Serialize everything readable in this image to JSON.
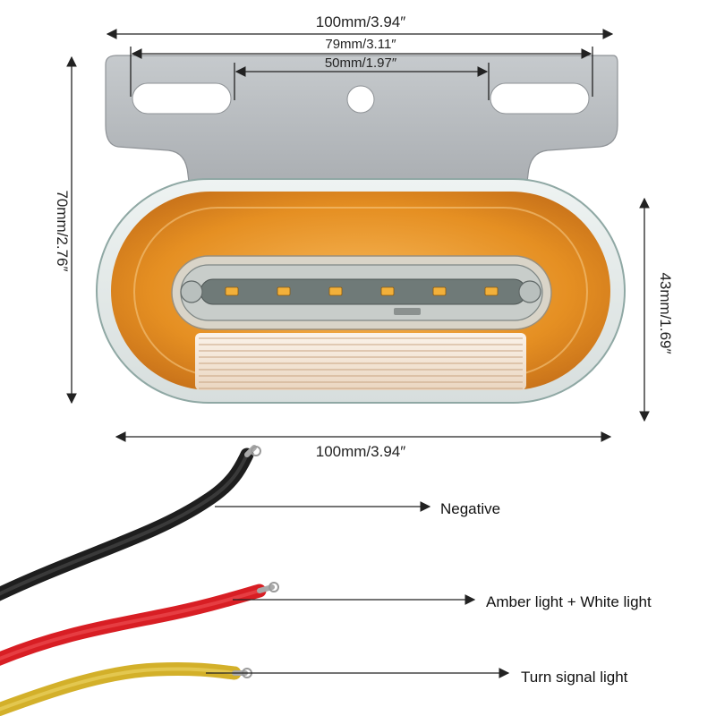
{
  "dimensions": {
    "overall_width_top": "100mm/3.94″",
    "slot_spacing": "79mm/3.11″",
    "inner_slot_spacing": "50mm/1.97″",
    "overall_height": "70mm/2.76″",
    "lens_height": "43mm/1.69″",
    "overall_width_bottom": "100mm/3.94″"
  },
  "wires": [
    {
      "label": "Negative",
      "color": "#2b2b2b"
    },
    {
      "label": "Amber light + White light",
      "color": "#e0242a"
    },
    {
      "label": "Turn signal light",
      "color": "#d8b526"
    }
  ],
  "colors": {
    "bracket": "#b8bcc0",
    "amber": "#e8962a",
    "led": "#f2b03a",
    "dimension_line": "#222222"
  },
  "icons": [
    "dimension-arrow-icon",
    "led-chip-icon",
    "mounting-hole-icon"
  ]
}
